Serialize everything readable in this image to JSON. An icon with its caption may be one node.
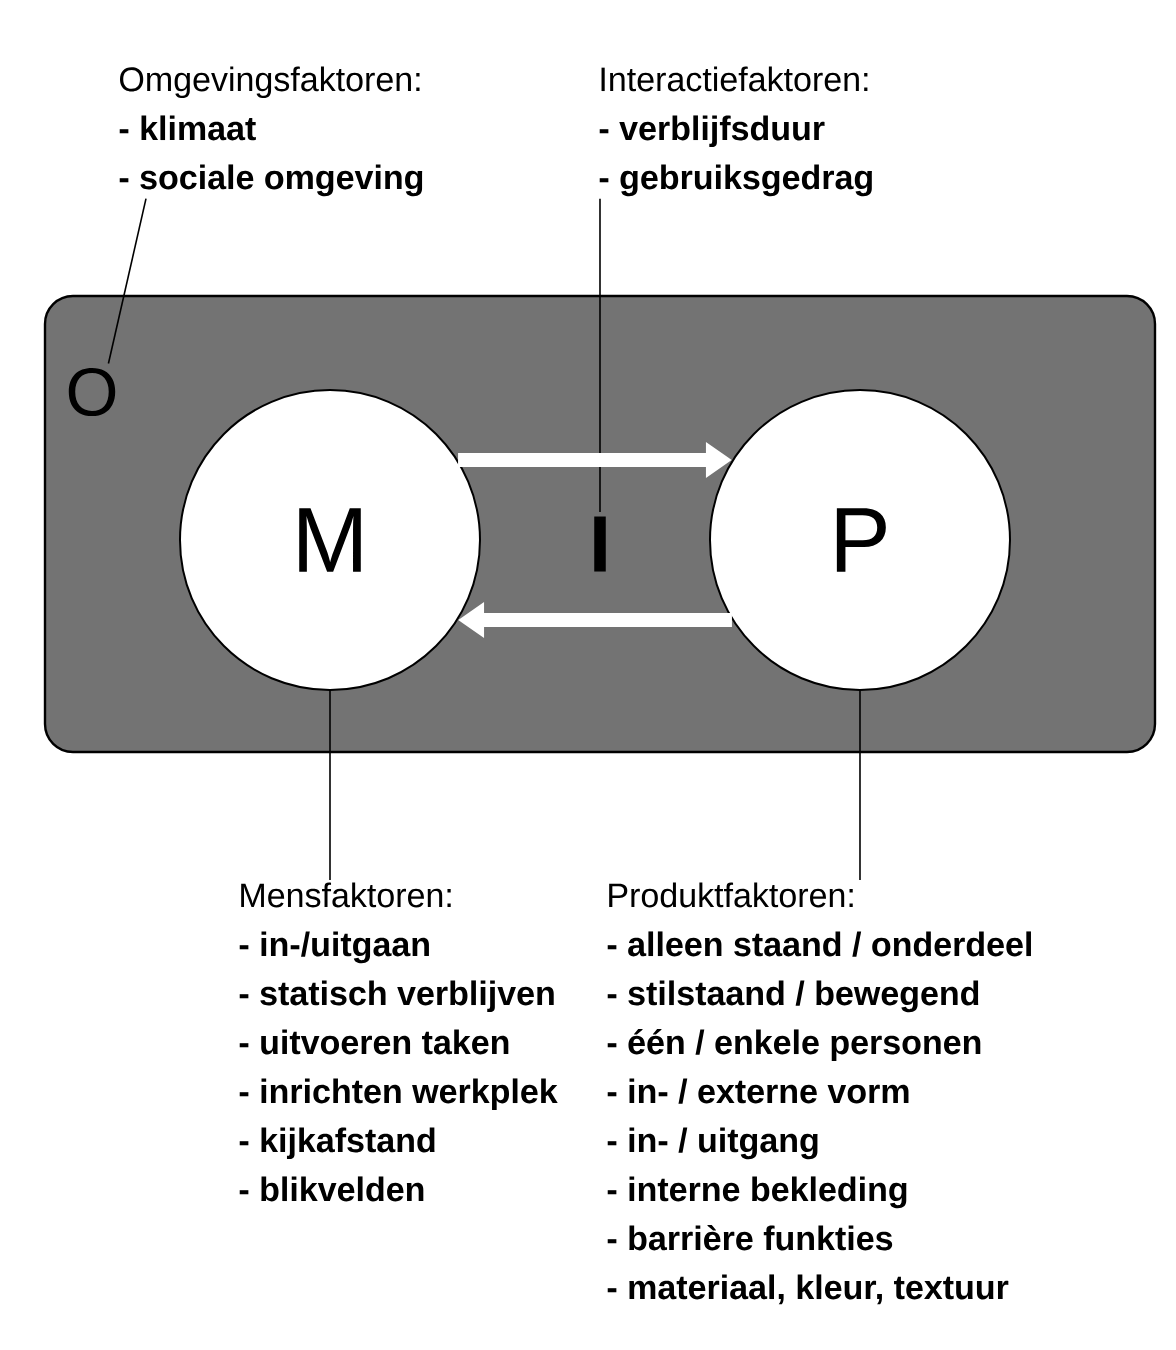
{
  "diagram": {
    "nodes": [
      {
        "text": [
          "Omgevingsfaktoren:",
          "- klimaat",
          "- sociale omgeving"
        ]
      },
      {
        "text": [
          "Interactiefaktoren:",
          "- verblijfsduur",
          "- gebruiksgedrag"
        ]
      },
      {
        "text": [],
        "shape": "box"
      },
      {
        "text": [
          "O"
        ],
        "in": 2
      },
      {
        "text": [
          "M"
        ],
        "in": 2
      },
      {
        "text": [
          "I"
        ],
        "in": 2
      },
      {
        "text": [
          "P"
        ],
        "in": 2
      },
      {
        "text": [
          "Mensfaktoren:",
          "- in-/uitgaan",
          "- statisch verblijven",
          "- uitvoeren taken",
          "- inrichten werkplek",
          "- kijkafstand",
          "- blikvelden"
        ]
      },
      {
        "text": [
          "Produktfaktoren:",
          "- alleen staand / onderdeel",
          "- stilstaand / bewegend",
          "- één / enkele personen",
          "- in- / externe vorm",
          "- in- / uitgang",
          "- interne bekleding",
          "- barrière funkties",
          "- materiaal, kleur, textuur"
        ]
      }
    ],
    "edges": [
      {
        "from": 0,
        "to": 3,
        "arrow": "none"
      },
      {
        "from": 1,
        "to": 5,
        "arrow": "none"
      },
      {
        "from": 7,
        "to": 4,
        "arrow": "none"
      },
      {
        "from": 8,
        "to": 6,
        "arrow": "none"
      },
      {
        "from": 4,
        "to": 6,
        "arrow": "to",
        "style": "thick",
        "color": "#ffffff"
      },
      {
        "from": 6,
        "to": 4,
        "arrow": "to",
        "style": "thick",
        "color": "#ffffff"
      }
    ]
  }
}
